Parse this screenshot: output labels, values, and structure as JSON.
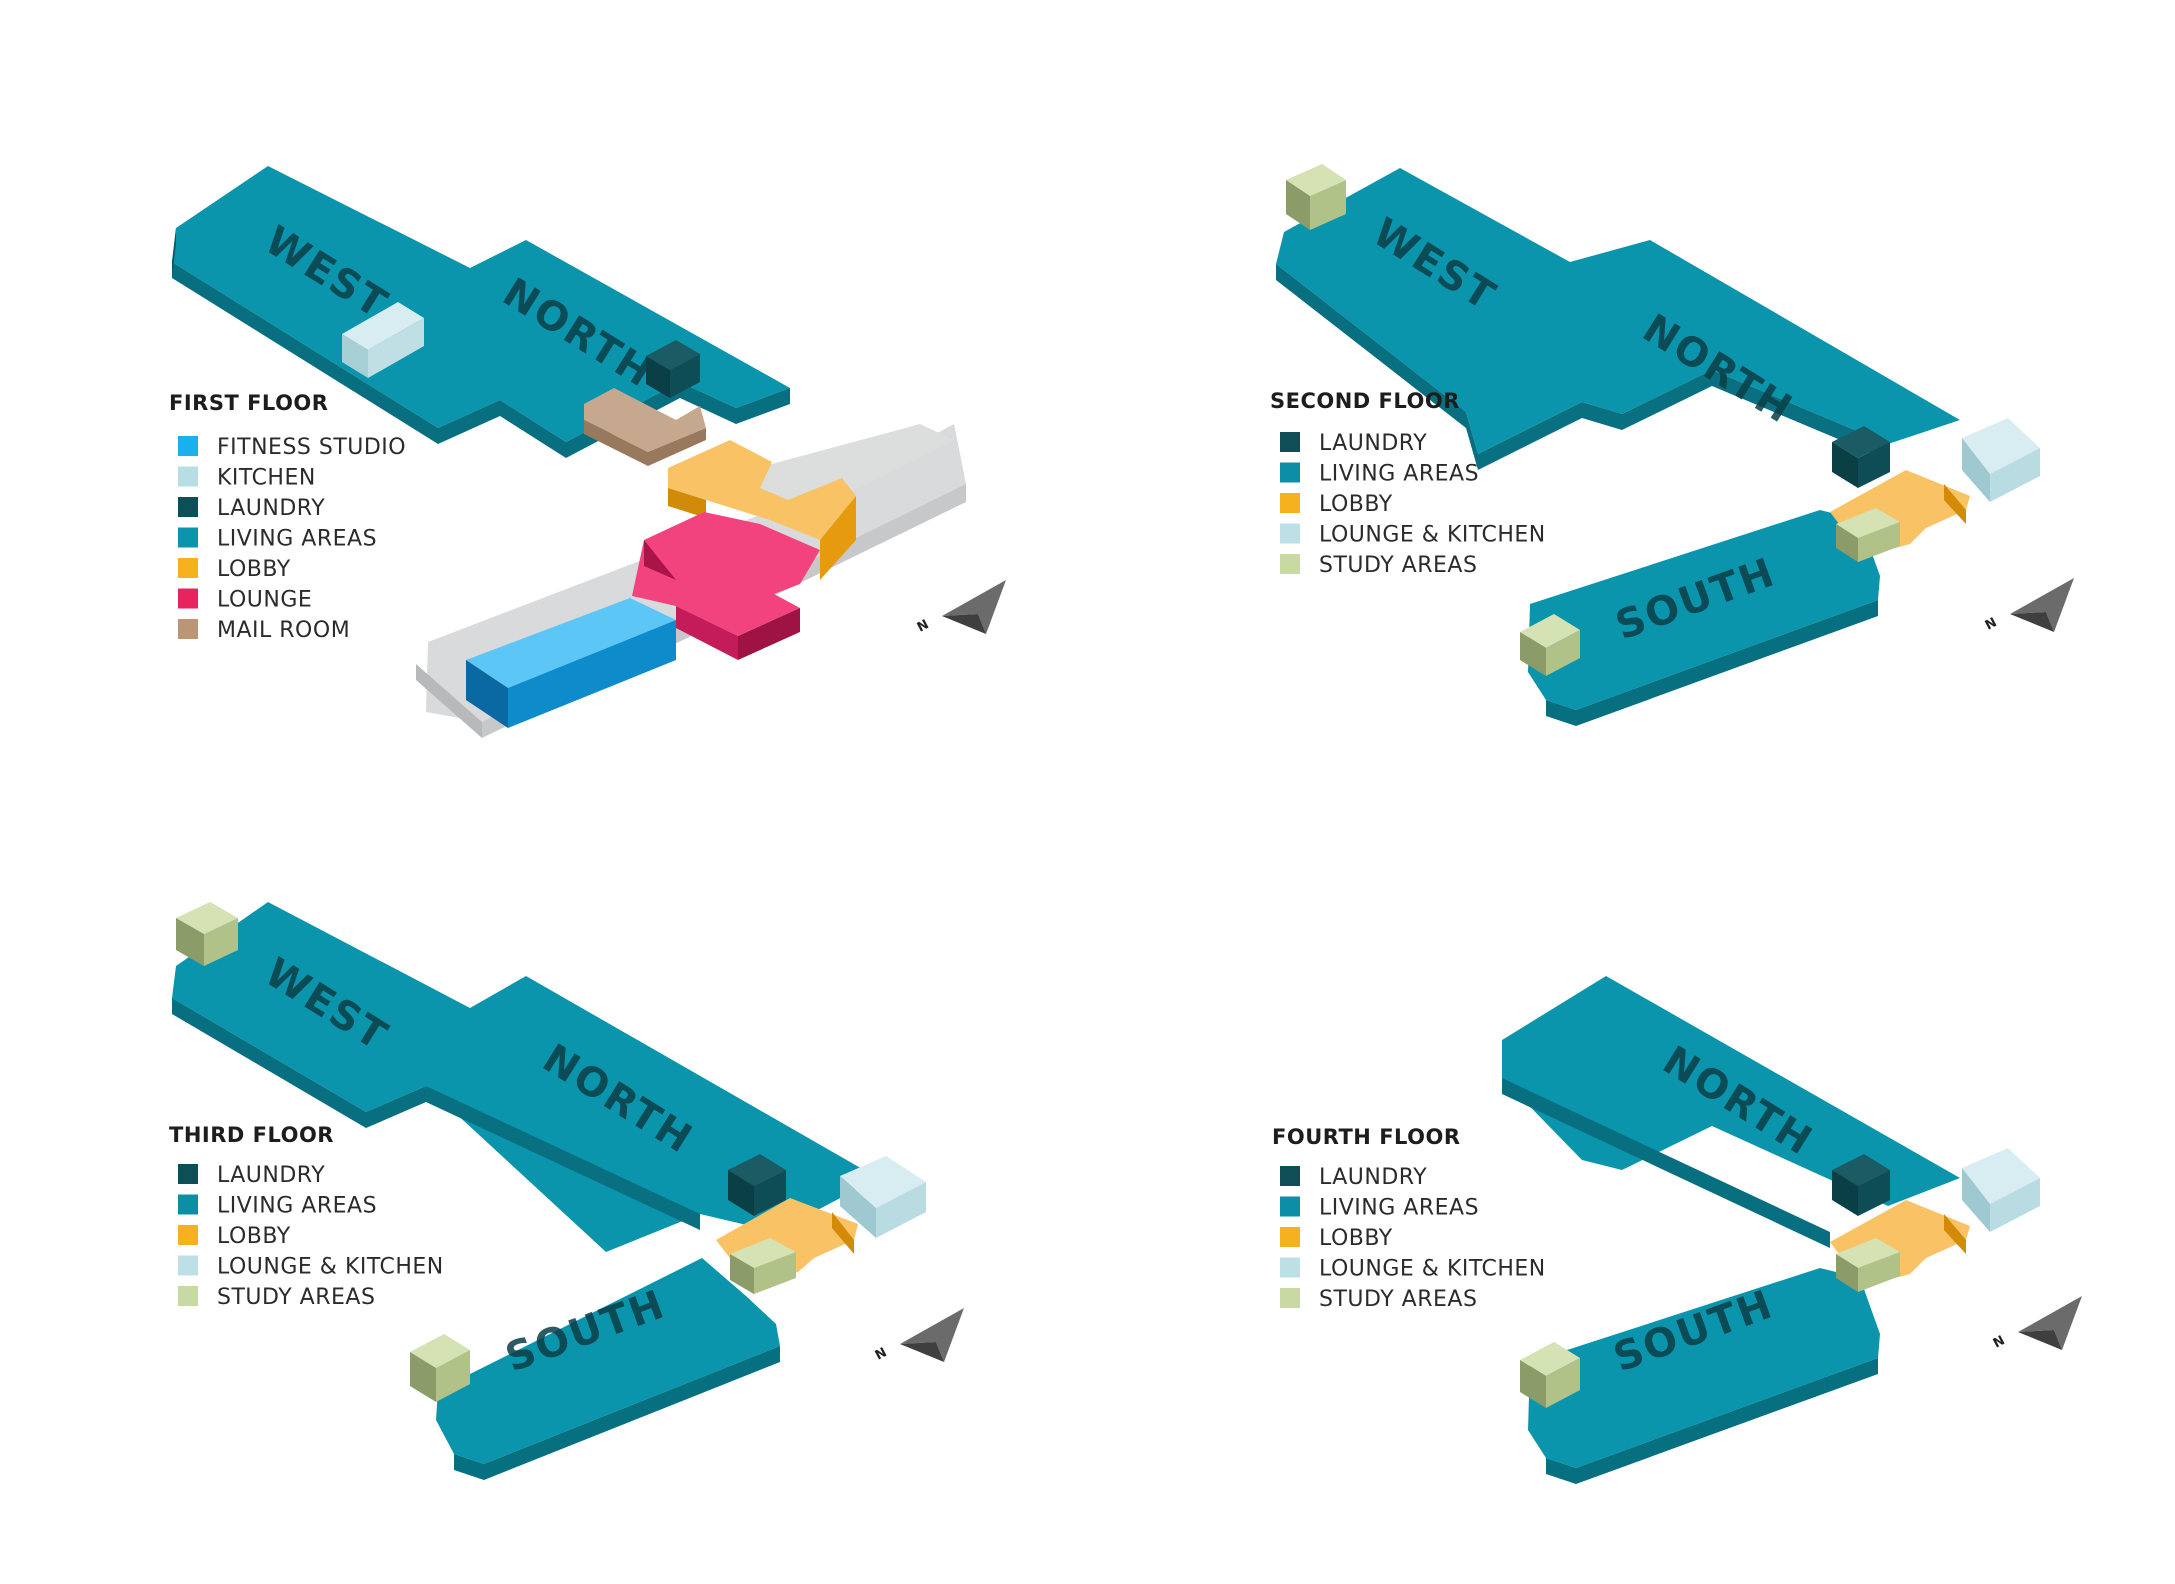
{
  "colors": {
    "fitness_studio": "#1ab0ee",
    "kitchen": "#b9dde4",
    "laundry": "#0e4f57",
    "living_areas": "#0b95ad",
    "lobby": "#f5b21e",
    "lounge": "#f13d7d",
    "mail_room": "#bfa085",
    "lounge_kitchen": "#bde0e6",
    "study_areas": "#c7d7a4",
    "grey_slab": "#d6d7d8"
  },
  "floors": [
    {
      "title": "FIRST FLOOR",
      "legend": [
        {
          "label": "FITNESS STUDIO",
          "color": "#1ab0ee"
        },
        {
          "label": "KITCHEN",
          "color": "#b9dde4"
        },
        {
          "label": "LAUNDRY",
          "color": "#0e4f57"
        },
        {
          "label": "LIVING AREAS",
          "color": "#0b95ad"
        },
        {
          "label": "LOBBY",
          "color": "#f5b21e"
        },
        {
          "label": "LOUNGE",
          "color": "#e8245f"
        },
        {
          "label": "MAIL ROOM",
          "color": "#bc9476"
        }
      ],
      "wings": [
        "WEST",
        "NORTH"
      ],
      "north_label": "N"
    },
    {
      "title": "SECOND FLOOR",
      "legend": [
        {
          "label": "LAUNDRY",
          "color": "#0e4f57"
        },
        {
          "label": "LIVING AREAS",
          "color": "#0b8ea6"
        },
        {
          "label": "LOBBY",
          "color": "#f5b21e"
        },
        {
          "label": "LOUNGE & KITCHEN",
          "color": "#bde0e6"
        },
        {
          "label": "STUDY AREAS",
          "color": "#c9d9a2"
        }
      ],
      "wings": [
        "WEST",
        "NORTH",
        "SOUTH"
      ],
      "north_label": "N"
    },
    {
      "title": "THIRD FLOOR",
      "legend": [
        {
          "label": "LAUNDRY",
          "color": "#0e4f57"
        },
        {
          "label": "LIVING AREAS",
          "color": "#0b8ea6"
        },
        {
          "label": "LOBBY",
          "color": "#f5b21e"
        },
        {
          "label": "LOUNGE & KITCHEN",
          "color": "#bde0e6"
        },
        {
          "label": "STUDY AREAS",
          "color": "#c9d9a2"
        }
      ],
      "wings": [
        "WEST",
        "NORTH",
        "SOUTH"
      ],
      "north_label": "N"
    },
    {
      "title": "FOURTH FLOOR",
      "legend": [
        {
          "label": "LAUNDRY",
          "color": "#0e4f57"
        },
        {
          "label": "LIVING AREAS",
          "color": "#0b8ea6"
        },
        {
          "label": "LOBBY",
          "color": "#f5b21e"
        },
        {
          "label": "LOUNGE & KITCHEN",
          "color": "#bde0e6"
        },
        {
          "label": "STUDY AREAS",
          "color": "#c9d9a2"
        }
      ],
      "wings": [
        "NORTH",
        "SOUTH"
      ],
      "north_label": "N"
    }
  ]
}
